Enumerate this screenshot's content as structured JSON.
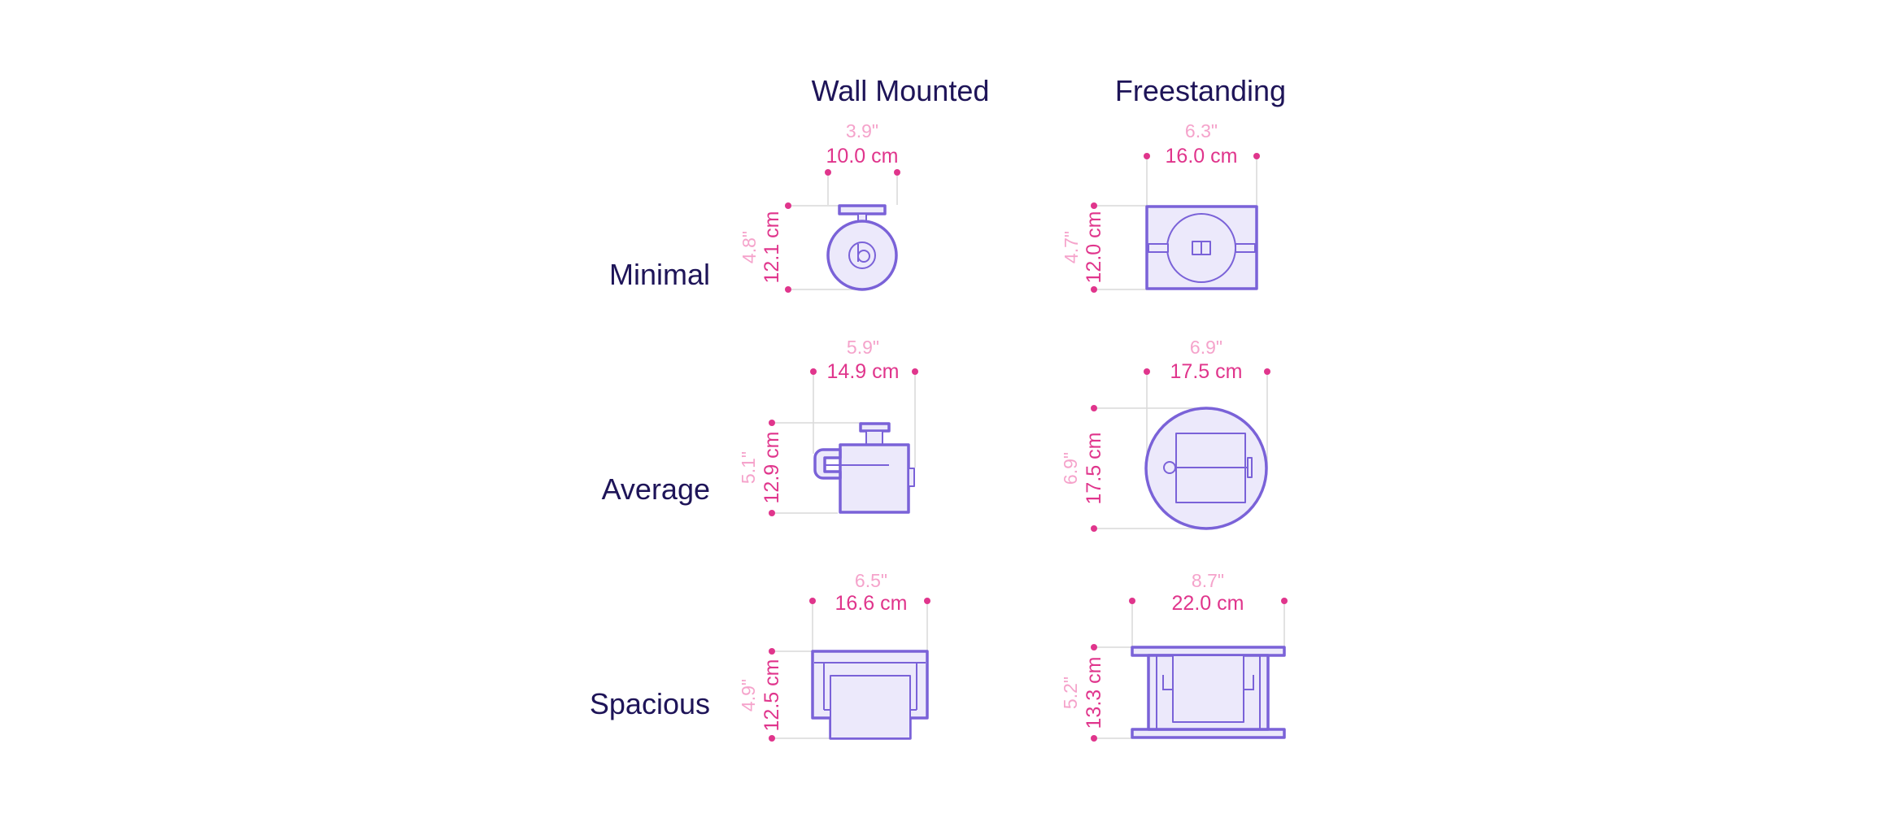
{
  "columns": {
    "wall": "Wall Mounted",
    "free": "Freestanding"
  },
  "rows": {
    "minimal": "Minimal",
    "average": "Average",
    "spacious": "Spacious"
  },
  "items": {
    "wall_minimal": {
      "width_in": "3.9\"",
      "width_cm": "10.0 cm",
      "height_in": "4.8\"",
      "height_cm": "12.1 cm"
    },
    "free_minimal": {
      "width_in": "6.3\"",
      "width_cm": "16.0 cm",
      "height_in": "4.7\"",
      "height_cm": "12.0 cm"
    },
    "wall_average": {
      "width_in": "5.9\"",
      "width_cm": "14.9 cm",
      "height_in": "5.1\"",
      "height_cm": "12.9 cm"
    },
    "free_average": {
      "width_in": "6.9\"",
      "width_cm": "17.5 cm",
      "height_in": "6.9\"",
      "height_cm": "17.5 cm"
    },
    "wall_spacious": {
      "width_in": "6.5\"",
      "width_cm": "16.6 cm",
      "height_in": "4.9\"",
      "height_cm": "12.5 cm"
    },
    "free_spacious": {
      "width_in": "8.7\"",
      "width_cm": "22.0 cm",
      "height_in": "5.2\"",
      "height_cm": "13.3 cm"
    }
  },
  "colors": {
    "heading": "#1e1458",
    "dimension_primary": "#e0358c",
    "dimension_secondary": "#f5a3cb",
    "outline": "#7a62d8",
    "fill": "#ece9fb"
  }
}
